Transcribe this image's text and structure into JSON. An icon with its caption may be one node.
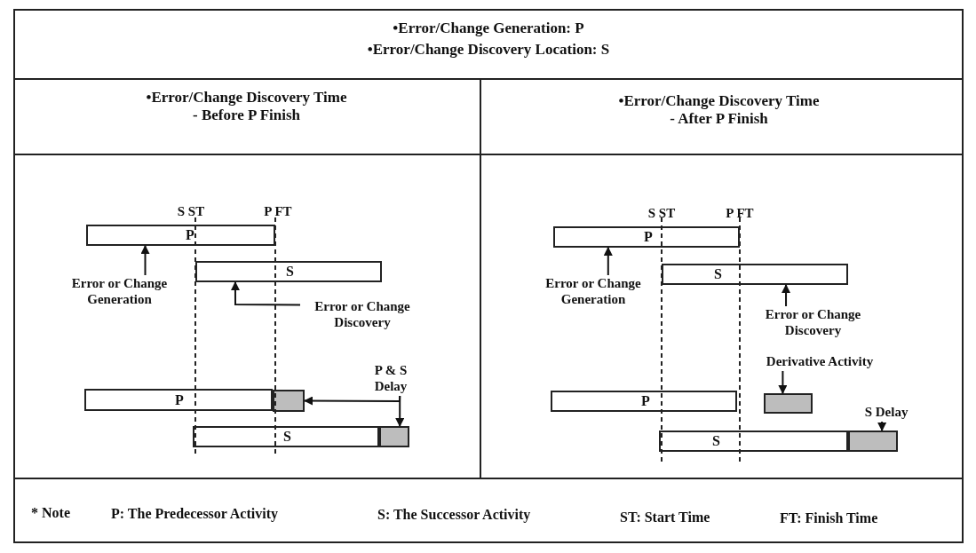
{
  "diagram": {
    "nodes": [
      {
        "text": [
          "P"
        ]
      },
      {
        "text": [
          "S"
        ]
      },
      {
        "text": [
          "Error or Change Generation"
        ]
      },
      {
        "text": [
          "Error or Change Discovery"
        ]
      },
      {
        "text": [
          "P"
        ]
      },
      {
        "text": [],
        "shape": "box"
      },
      {
        "text": [
          "S"
        ]
      },
      {
        "text": [],
        "shape": "box"
      },
      {
        "text": [
          "P & S Delay"
        ]
      },
      {
        "text": [
          "P"
        ]
      },
      {
        "text": [
          "S"
        ]
      },
      {
        "text": [
          "Error or Change Generation"
        ]
      },
      {
        "text": [
          "Error or Change Discovery"
        ]
      },
      {
        "text": [
          "Derivative Activity"
        ]
      },
      {
        "text": [],
        "shape": "box"
      },
      {
        "text": [
          "P"
        ]
      },
      {
        "text": [
          "S"
        ]
      },
      {
        "text": [],
        "shape": "box"
      },
      {
        "text": [
          "S Delay"
        ]
      }
    ],
    "edges": [
      {
        "from": 2,
        "to": 0,
        "arrow": "to"
      },
      {
        "from": 3,
        "to": 1,
        "arrow": "to"
      },
      {
        "from": 8,
        "to": 5,
        "arrow": "to"
      },
      {
        "from": 8,
        "to": 7,
        "arrow": "to"
      },
      {
        "from": 11,
        "to": 9,
        "arrow": "to"
      },
      {
        "from": 12,
        "to": 10,
        "arrow": "to"
      },
      {
        "from": 13,
        "to": 14,
        "arrow": "to"
      },
      {
        "from": 18,
        "to": 17,
        "arrow": "to"
      }
    ],
    "labels": [
      "•Error/Change Generation: P",
      "•Error/Change Discovery Location: S",
      "•Error/Change Discovery Time - Before P Finish",
      "•Error/Change Discovery Time - After P Finish",
      "S ST",
      "P FT",
      "S ST",
      "P FT",
      "* Note",
      "P: The Predecessor Activity",
      "S: The Successor Activity",
      "ST: Start Time",
      "FT: Finish Time"
    ]
  }
}
